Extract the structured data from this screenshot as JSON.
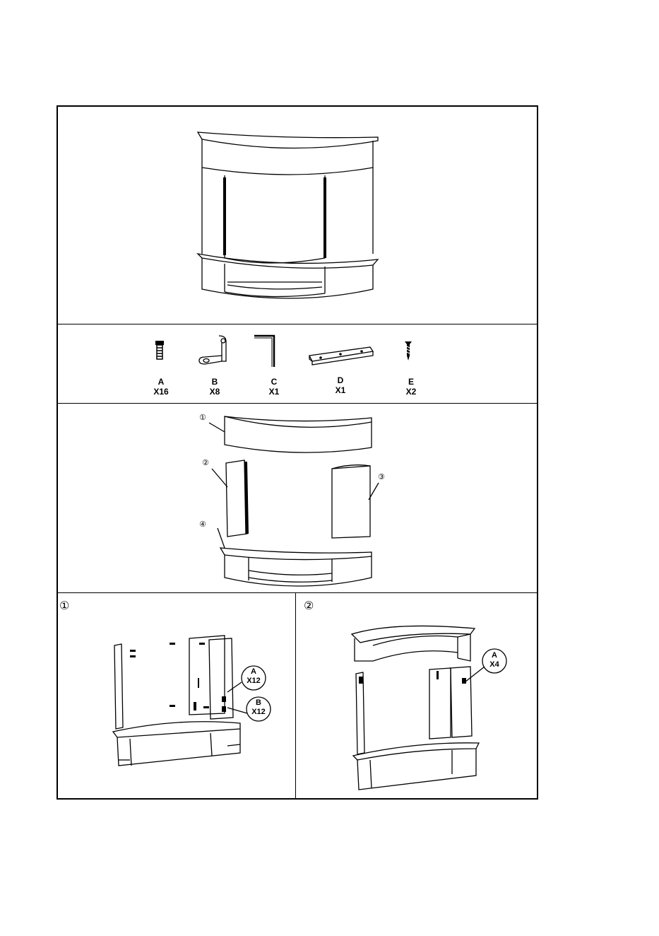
{
  "parts": [
    {
      "letter": "A",
      "qty": "X16",
      "icon": "bolt-icon"
    },
    {
      "letter": "B",
      "qty": "X8",
      "icon": "l-bracket-icon"
    },
    {
      "letter": "C",
      "qty": "X1",
      "icon": "allen-key-icon"
    },
    {
      "letter": "D",
      "qty": "X1",
      "icon": "angle-bracket-icon"
    },
    {
      "letter": "E",
      "qty": "X2",
      "icon": "screw-icon"
    }
  ],
  "panel_callouts": [
    "①",
    "②",
    "③",
    "④"
  ],
  "steps": [
    {
      "number": "①",
      "callouts": [
        {
          "letter": "A",
          "qty": "X12"
        },
        {
          "letter": "B",
          "qty": "X12"
        }
      ]
    },
    {
      "number": "②",
      "callouts": [
        {
          "letter": "A",
          "qty": "X4"
        }
      ]
    }
  ]
}
